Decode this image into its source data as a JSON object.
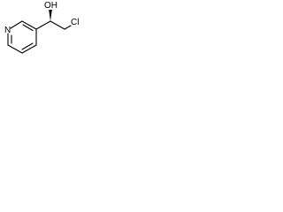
{
  "molecule": {
    "atoms": {
      "hydroxyl": "OH",
      "chlorine": "Cl",
      "ring_nitrogen": "N"
    },
    "stereo_bond": "wedge"
  }
}
